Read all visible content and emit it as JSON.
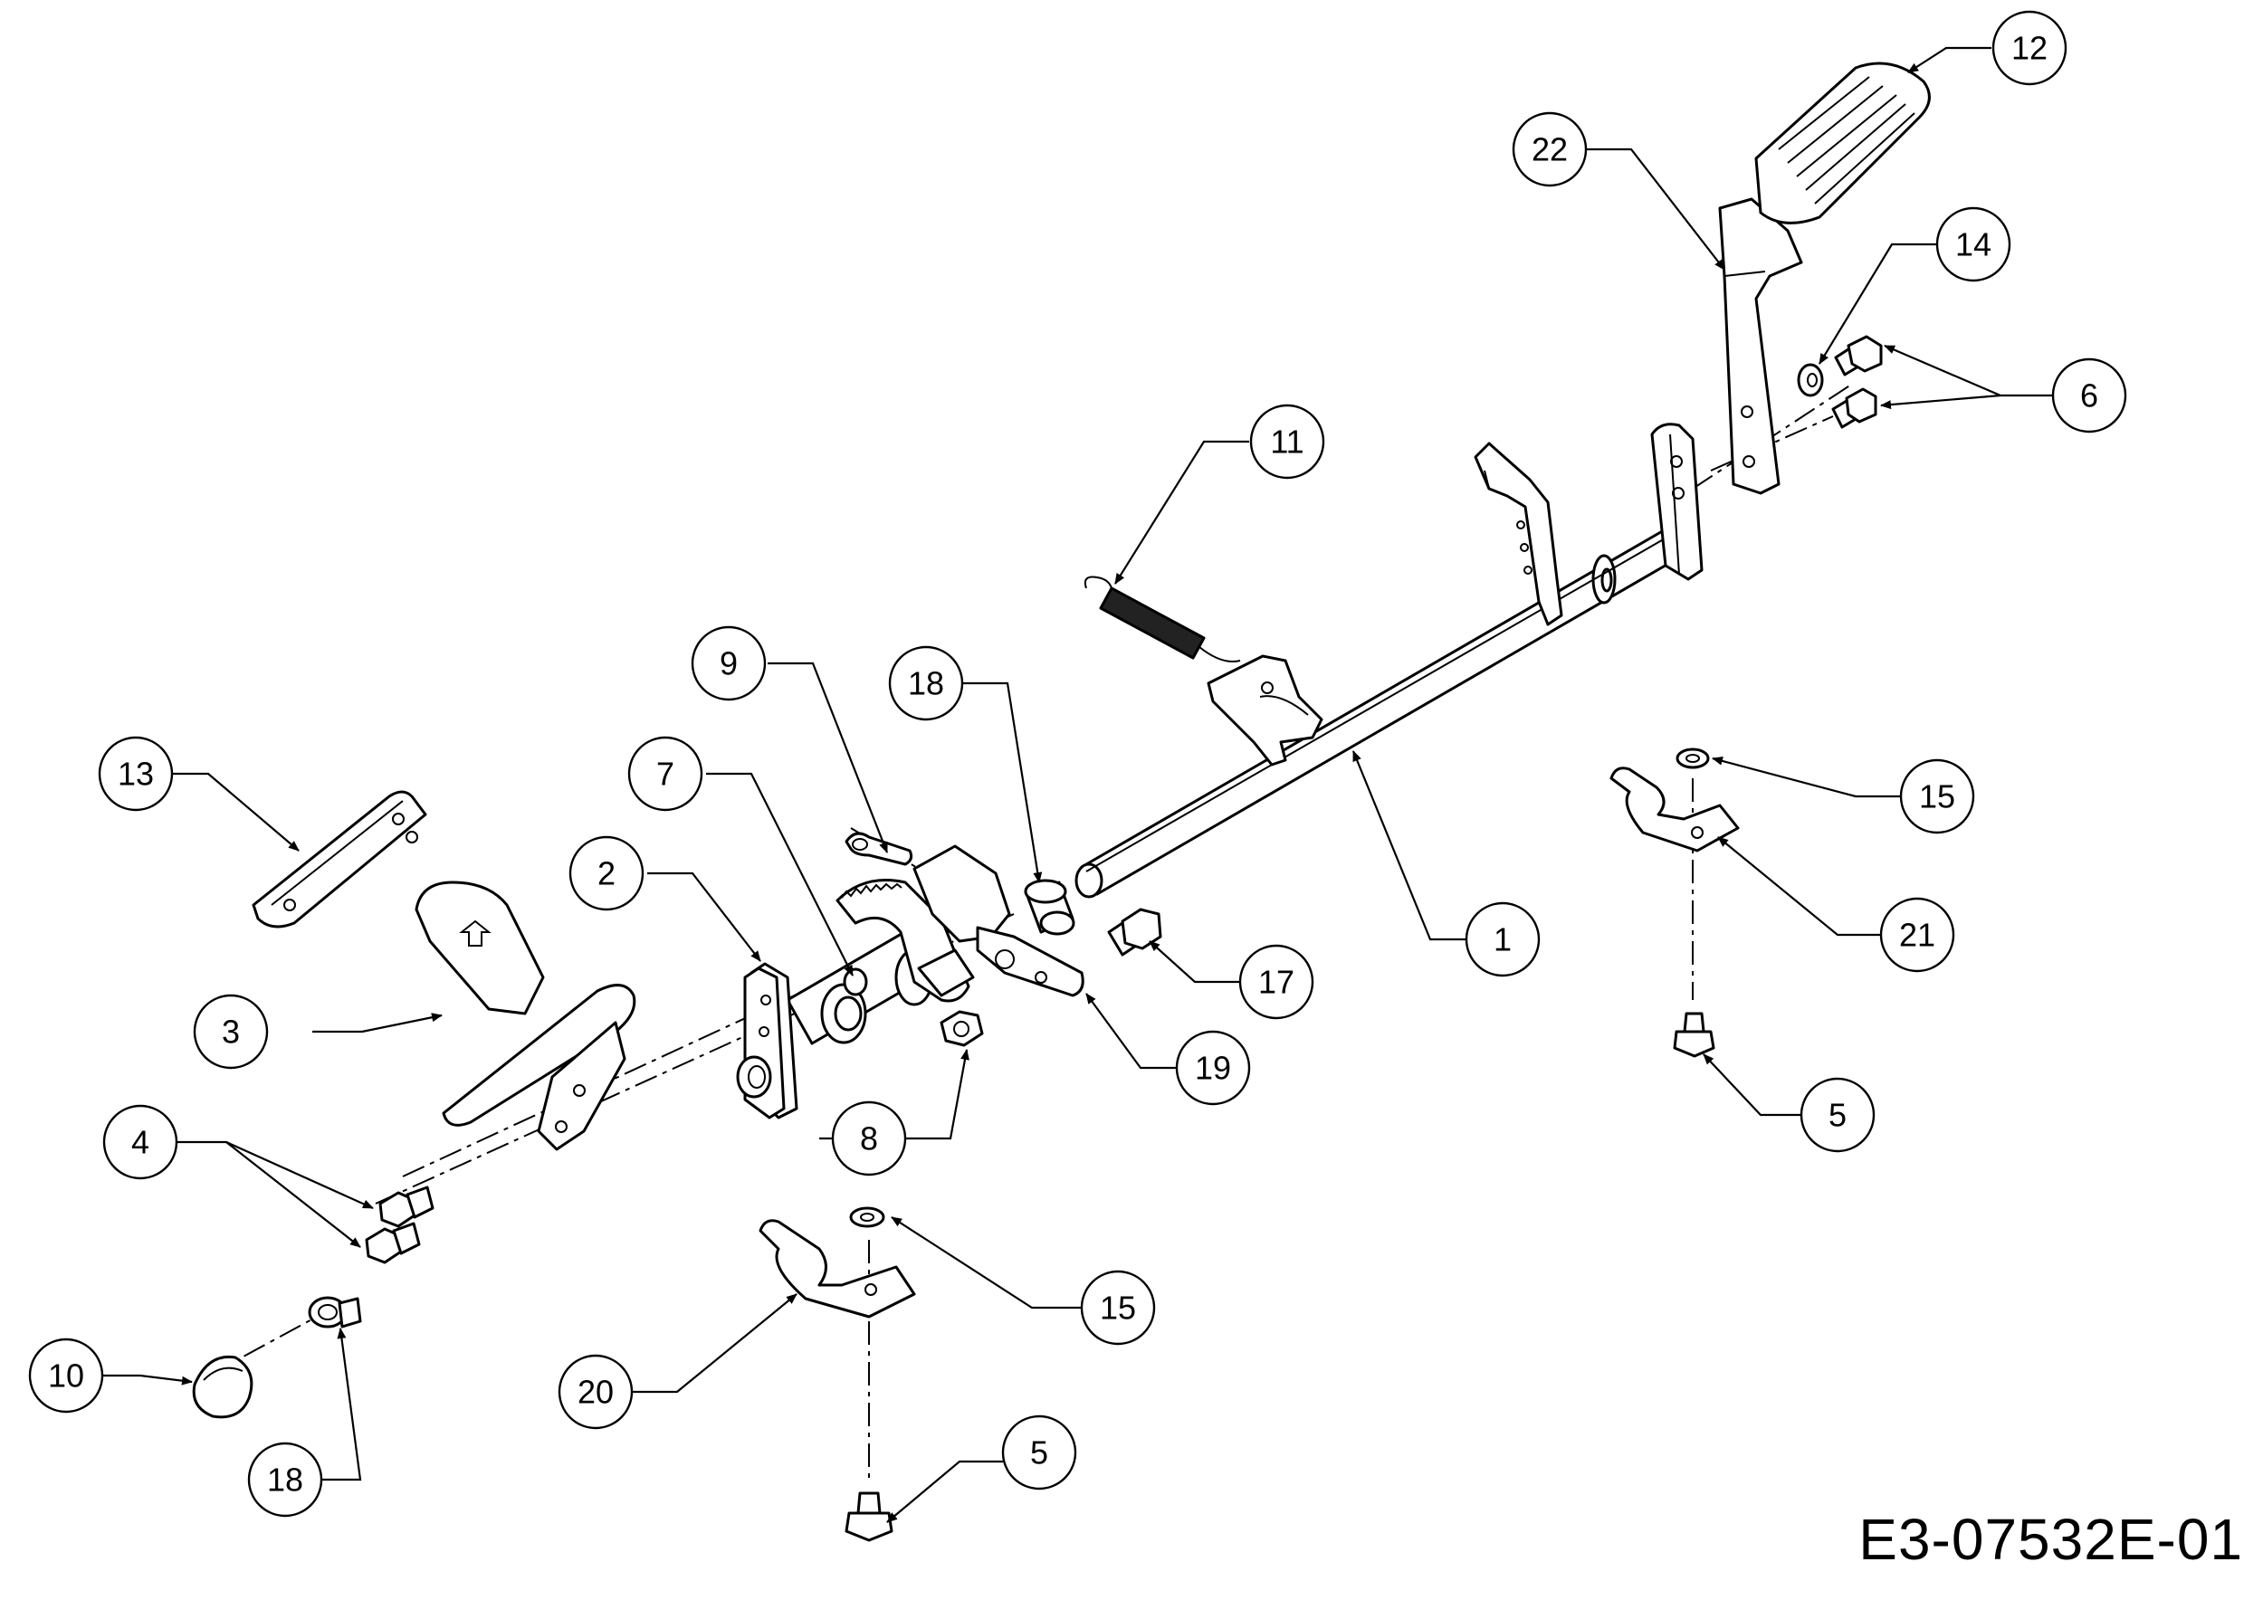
{
  "drawing_code": "E3-07532E-01",
  "callouts": [
    {
      "id": "c1",
      "label": "1"
    },
    {
      "id": "c2",
      "label": "2"
    },
    {
      "id": "c3",
      "label": "3"
    },
    {
      "id": "c4",
      "label": "4"
    },
    {
      "id": "c5a",
      "label": "5"
    },
    {
      "id": "c5b",
      "label": "5"
    },
    {
      "id": "c6",
      "label": "6"
    },
    {
      "id": "c7",
      "label": "7"
    },
    {
      "id": "c8",
      "label": "8"
    },
    {
      "id": "c9",
      "label": "9"
    },
    {
      "id": "c10",
      "label": "10"
    },
    {
      "id": "c11",
      "label": "11"
    },
    {
      "id": "c12",
      "label": "12"
    },
    {
      "id": "c13",
      "label": "13"
    },
    {
      "id": "c14",
      "label": "14"
    },
    {
      "id": "c15a",
      "label": "15"
    },
    {
      "id": "c15b",
      "label": "15"
    },
    {
      "id": "c17",
      "label": "17"
    },
    {
      "id": "c18a",
      "label": "18"
    },
    {
      "id": "c18b",
      "label": "18"
    },
    {
      "id": "c19",
      "label": "19"
    },
    {
      "id": "c20",
      "label": "20"
    },
    {
      "id": "c21",
      "label": "21"
    },
    {
      "id": "c22",
      "label": "22"
    }
  ]
}
